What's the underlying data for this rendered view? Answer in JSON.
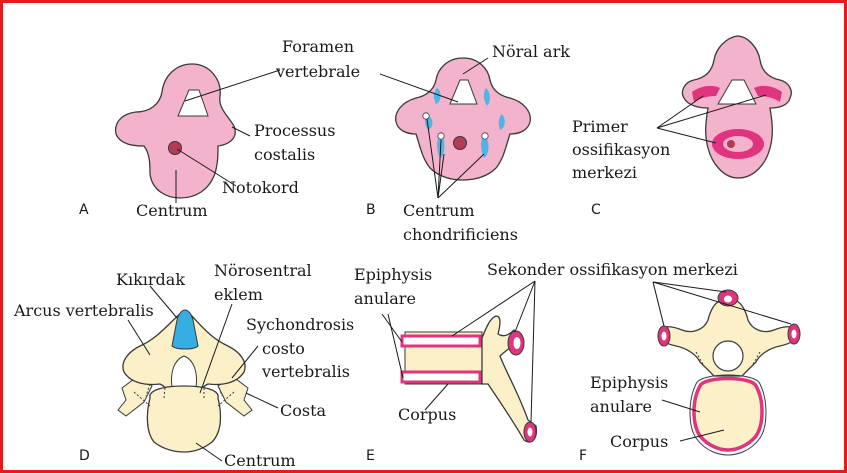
{
  "labels": {
    "foramen_vertebrale": [
      "Foramen",
      "vertebrale"
    ],
    "noral_ark": "Nöral ark",
    "processus_costalis": [
      "Processus",
      "costalis"
    ],
    "notokord": "Notokord",
    "centrum": "Centrum",
    "centrum_chondrificiens": [
      "Centrum",
      "chondrificiens"
    ],
    "primer_ossifikasyon_merkezi": [
      "Primer",
      "ossifikasyon",
      "merkezi"
    ],
    "kikirdak": "Kıkırdak",
    "norosentral_eklem": [
      "Nörosentral",
      "eklem"
    ],
    "arcus_vertebralis": "Arcus vertebralis",
    "sychondrosis": [
      "Sychondrosis",
      "costo",
      "vertebralis"
    ],
    "costa": "Costa",
    "centrum_d": "Centrum",
    "epiphysis_anulare_e": [
      "Epiphysis",
      "anulare"
    ],
    "sekonder_ossifikasyon_merkezi": "Sekonder ossifikasyon merkezi",
    "corpus_e": "Corpus",
    "epiphysis_anulare_f": [
      "Epiphysis",
      "anulare"
    ],
    "corpus_f": "Corpus"
  },
  "panel_letters": [
    "A",
    "B",
    "C",
    "D",
    "E",
    "F"
  ],
  "colors": {
    "frame": "#e31b1b",
    "cartilage_pink": "#f4b3cc",
    "outline": "#3a3a3a",
    "chondrification_blue": "#4fb5e6",
    "ossification_magenta": "#e0347f",
    "notochord": "#b53a54",
    "bone_cream": "#fbf0c8",
    "kikirdak_blue": "#36aee2"
  }
}
